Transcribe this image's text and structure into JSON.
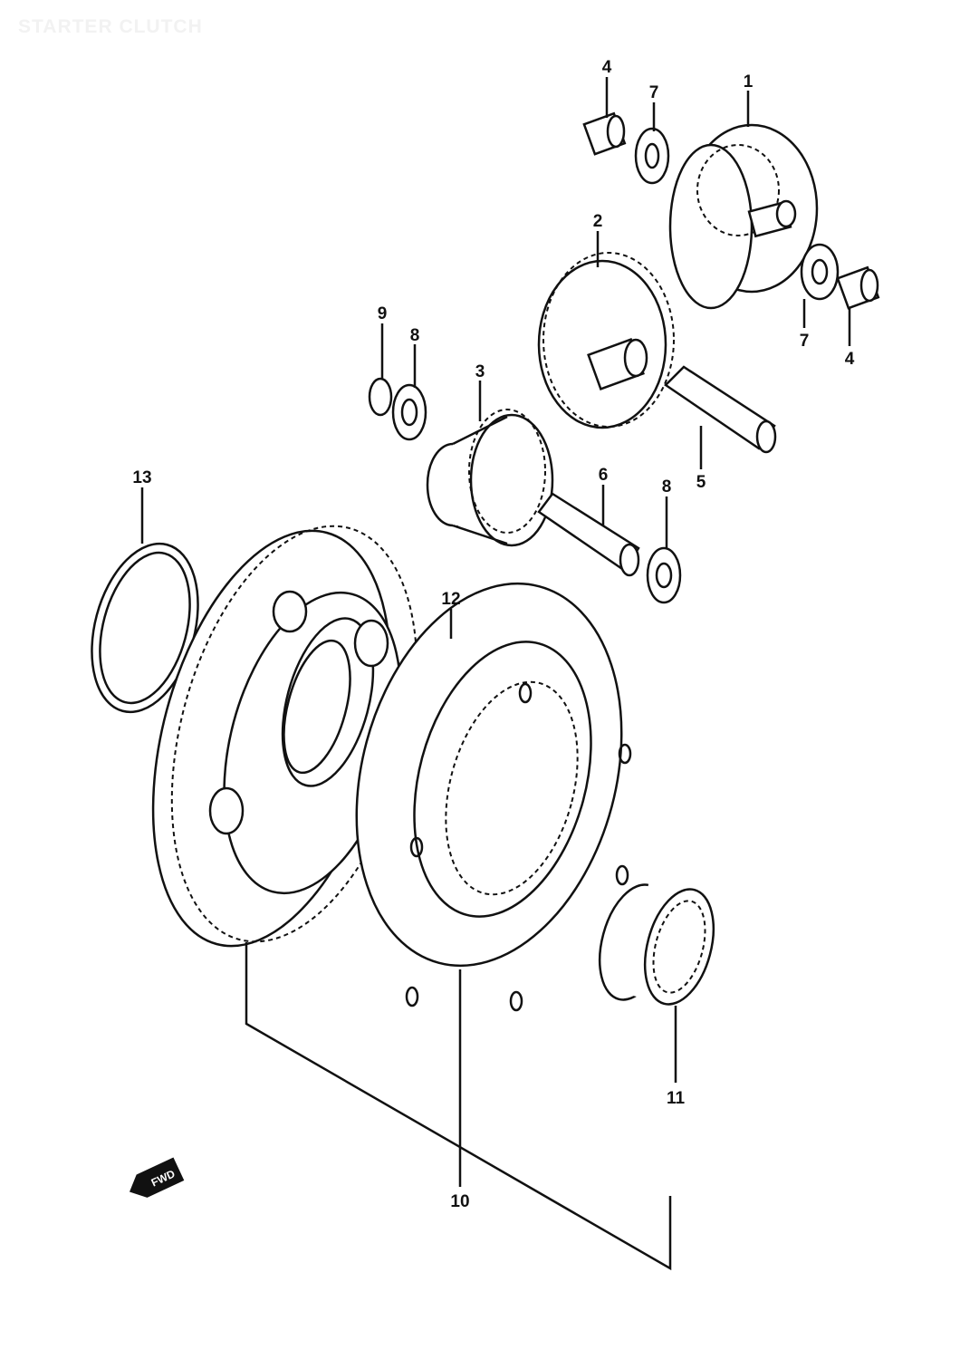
{
  "title": "STARTER CLUTCH",
  "fwd_label": "FWD",
  "callouts": [
    "1",
    "2",
    "3",
    "4",
    "4",
    "5",
    "6",
    "7",
    "7",
    "8",
    "8",
    "9",
    "10",
    "11",
    "12",
    "13"
  ]
}
